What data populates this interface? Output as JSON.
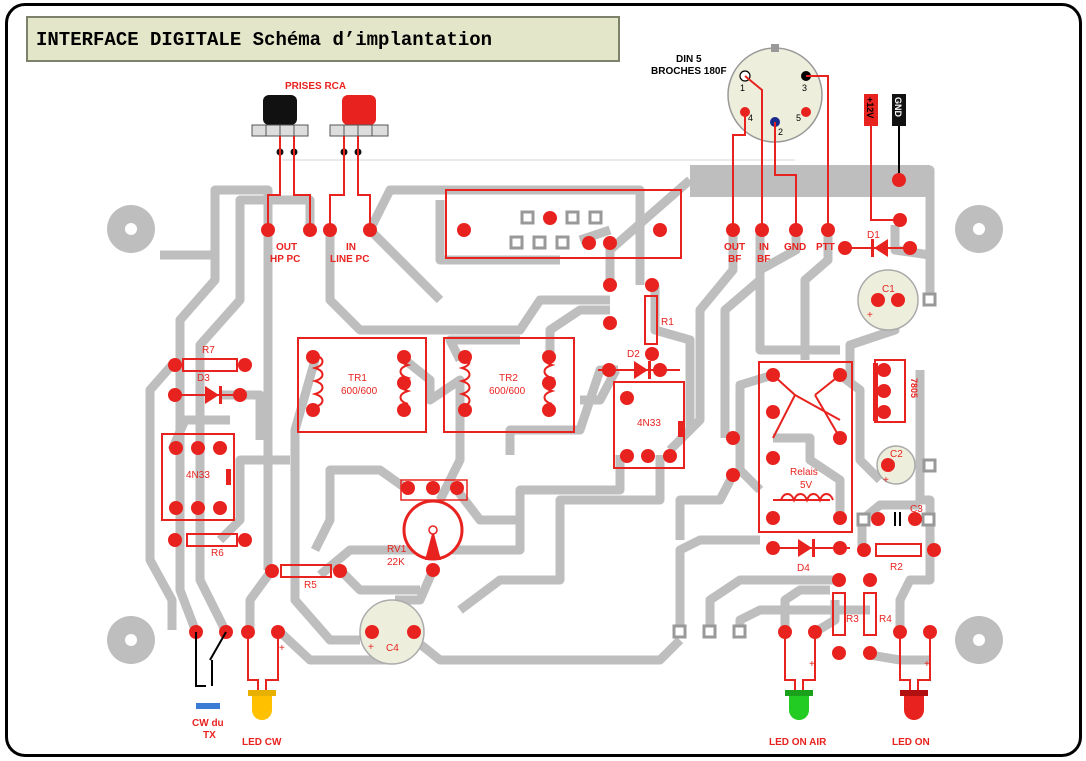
{
  "title": "INTERFACE DIGITALE Schéma d’implantation",
  "colors": {
    "track": "#bebebe",
    "copper_pad": "#e8231f",
    "outline": "#e8231f",
    "frame": "#000000",
    "title_bg": "#e3e6c8"
  },
  "connectors": {
    "rca_title": "PRISES RCA",
    "din_title_1": "DIN 5",
    "din_title_2": "BROCHES 180F",
    "din_pins": [
      "1",
      "2",
      "3",
      "4",
      "5"
    ],
    "supply_plus": "+12V",
    "supply_gnd": "GND"
  },
  "terminals": {
    "out_hp_1": "OUT",
    "out_hp_2": "HP PC",
    "in_line_1": "IN",
    "in_line_2": "LINE PC",
    "out_bf_1": "OUT",
    "out_bf_2": "BF",
    "in_bf_1": "IN",
    "in_bf_2": "BF",
    "gnd": "GND",
    "ptt": "PTT"
  },
  "components": {
    "r1": "R1",
    "r2": "R2",
    "r3": "R3",
    "r4": "R4",
    "r5": "R5",
    "r6": "R6",
    "r7": "R7",
    "d1": "D1",
    "d2": "D2",
    "d3": "D3",
    "d4": "D4",
    "c1": "C1",
    "c2": "C2",
    "c3": "C3",
    "c4": "C4",
    "tr1_1": "TR1",
    "tr1_2": "600/600",
    "tr2_1": "TR2",
    "tr2_2": "600/600",
    "opto_left": "4N33",
    "opto_mid": "4N33",
    "rv1_1": "RV1",
    "rv1_2": "22K",
    "relay_1": "Relais",
    "relay_2": "5V",
    "regulator": "7805",
    "plus": "+"
  },
  "outputs": {
    "cw_1": "CW du",
    "cw_2": "TX",
    "led_cw": "LED CW",
    "led_on_air": "LED ON AIR",
    "led_on": "LED ON"
  }
}
